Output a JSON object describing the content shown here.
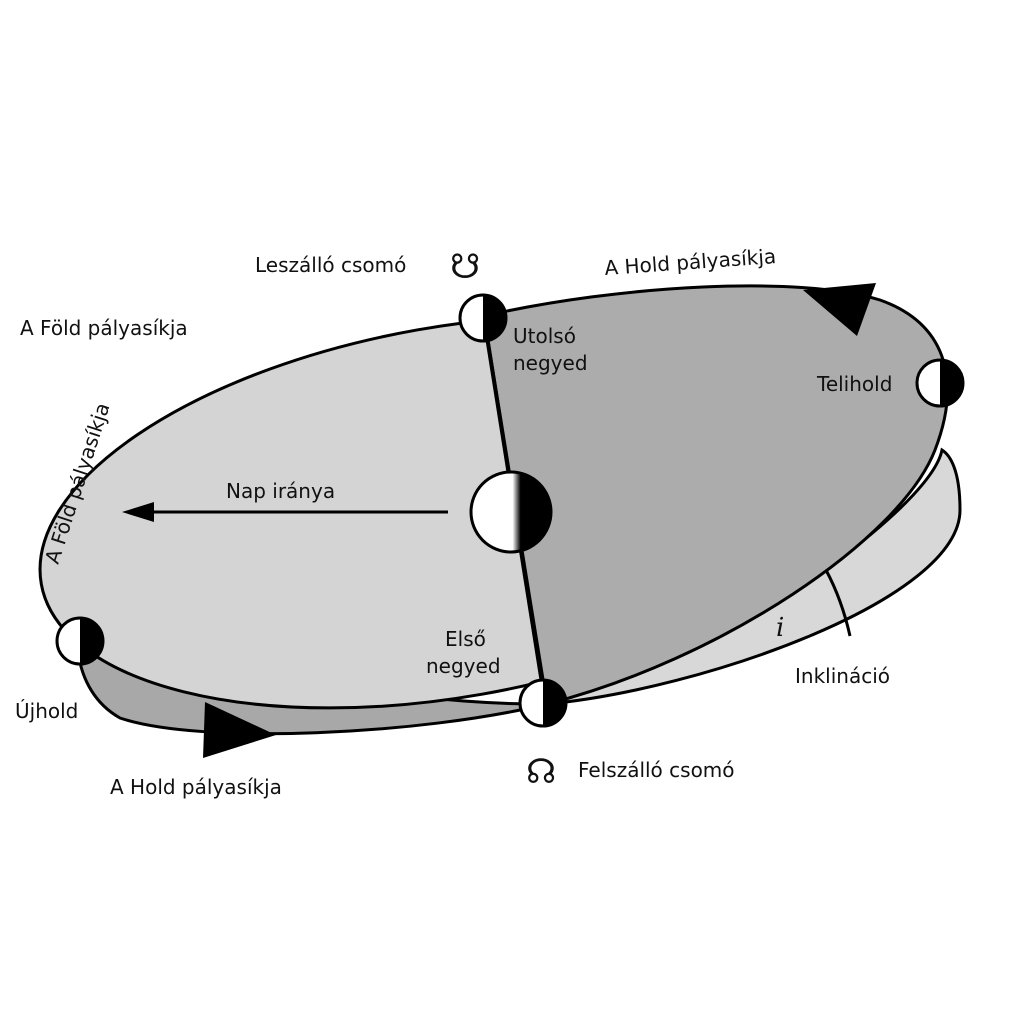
{
  "labels": {
    "descending_node": "Leszálló csomó",
    "moon_plane_top": "A Hold pályasíkja",
    "earth_plane": "A Föld pályasíkja",
    "earth_plane_curved": "A Föld pályasíkja",
    "last_quarter_line1": "Utolsó",
    "last_quarter_line2": "negyed",
    "full_moon": "Telihold",
    "sun_direction": "Nap iránya",
    "first_quarter_line1": "Első",
    "first_quarter_line2": "negyed",
    "new_moon": "Újhold",
    "inclination": "Inklináció",
    "inclination_symbol": "i",
    "ascending_node": "Felszálló csomó",
    "moon_plane_bottom": "A Hold pályasíkja"
  },
  "symbols": {
    "descending_node": "☋",
    "ascending_node": "☊"
  },
  "colors": {
    "earth_plane_fill": "#d4d4d4",
    "moon_plane_fill": "#acacac",
    "stroke": "#000000",
    "background": "#ffffff"
  }
}
